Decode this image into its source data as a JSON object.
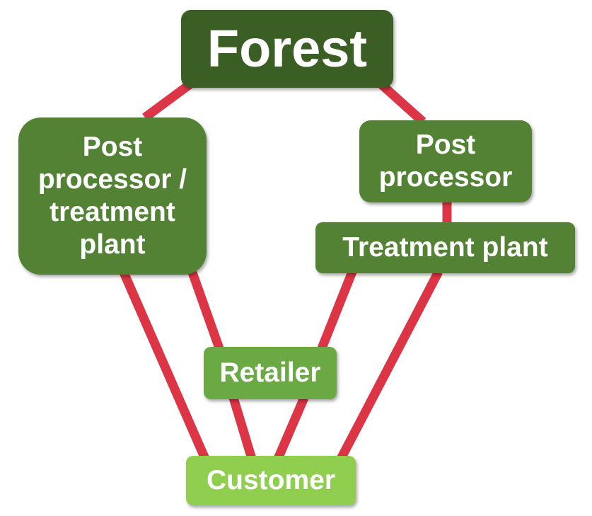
{
  "colors": {
    "connector": "#dc3545",
    "forest": "#3b5e24",
    "processor": "#548235",
    "retailer": "#6aa943",
    "customer": "#8fce4f",
    "text": "#ffffff"
  },
  "nodes": {
    "forest": "Forest",
    "post_processor_treatment_plant": "Post\nprocessor /\ntreatment\nplant",
    "post_processor": "Post\nprocessor",
    "treatment_plant": "Treatment plant",
    "retailer": "Retailer",
    "customer": "Customer"
  },
  "connections": [
    {
      "from": "forest",
      "to": "post_processor_treatment_plant"
    },
    {
      "from": "forest",
      "to": "post_processor"
    },
    {
      "from": "post_processor",
      "to": "treatment_plant"
    },
    {
      "from": "post_processor_treatment_plant",
      "to": "customer"
    },
    {
      "from": "post_processor_treatment_plant",
      "to": "retailer"
    },
    {
      "from": "retailer",
      "to": "customer"
    },
    {
      "from": "treatment_plant",
      "to": "retailer"
    },
    {
      "from": "treatment_plant",
      "to": "customer"
    }
  ]
}
